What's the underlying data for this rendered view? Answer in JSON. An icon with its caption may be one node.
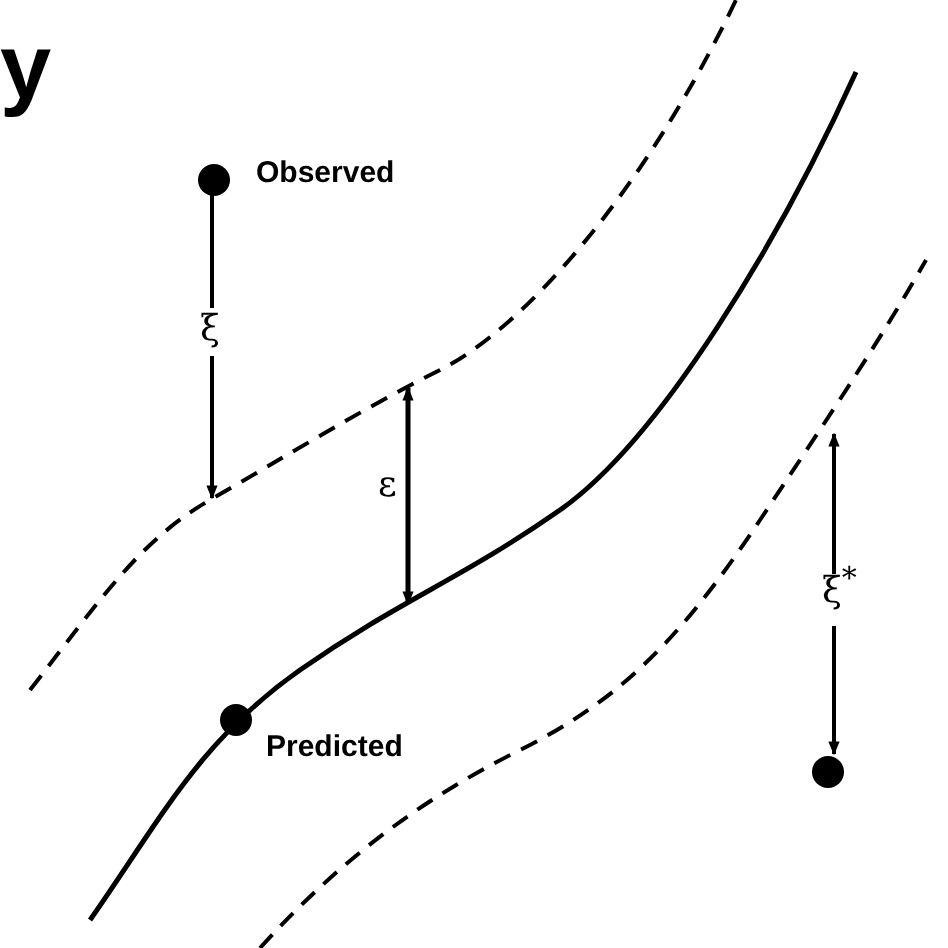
{
  "diagram": {
    "labels": [
      "y",
      "Observed",
      "ξ",
      "ε",
      "ξ$^{*}$",
      "Predicted"
    ]
  }
}
